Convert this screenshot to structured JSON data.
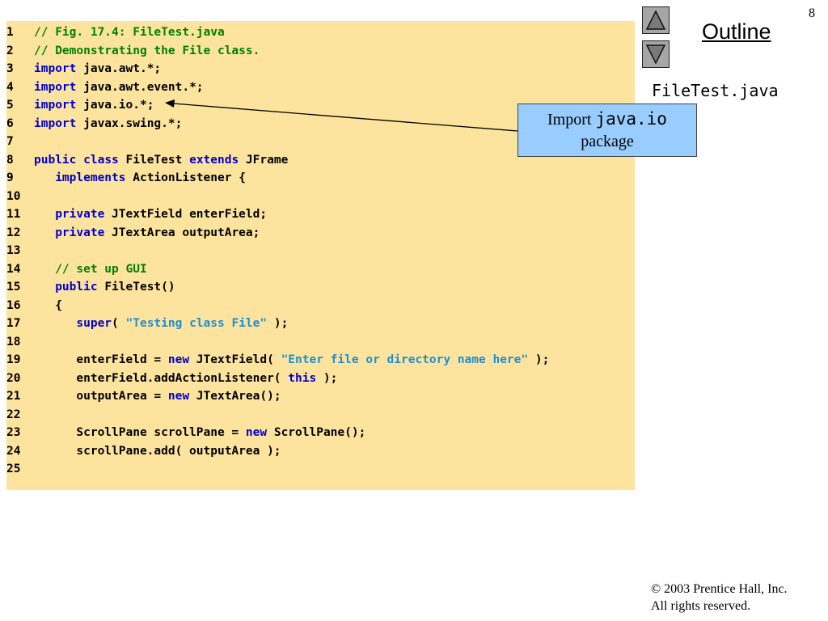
{
  "slide": {
    "page_number": "8",
    "outline_label": "Outline",
    "file_label": "FileTest.java",
    "nav": {
      "up_icon": "triangle-up-icon",
      "down_icon": "triangle-down-icon"
    },
    "callout": {
      "prefix": "Import ",
      "code": "java.io",
      "suffix": "package"
    },
    "copyright": {
      "line1": "© 2003 Prentice Hall, Inc.",
      "line2": "All rights reserved."
    },
    "colors": {
      "code_background": "#fde49e",
      "keyword": "#0000cc",
      "comment": "#008000",
      "string": "#1a8fd6",
      "callout_background": "#99ccff"
    }
  },
  "code": {
    "lines": [
      {
        "num": "1",
        "tokens": [
          {
            "t": "// Fig. 17.4: FileTest.java",
            "c": "cm"
          }
        ]
      },
      {
        "num": "2",
        "tokens": [
          {
            "t": "// Demonstrating the File class.",
            "c": "cm"
          }
        ]
      },
      {
        "num": "3",
        "tokens": [
          {
            "t": "import",
            "c": "kw"
          },
          {
            "t": " java.awt.*;",
            "c": "tx"
          }
        ]
      },
      {
        "num": "4",
        "tokens": [
          {
            "t": "import",
            "c": "kw"
          },
          {
            "t": " java.awt.event.*;",
            "c": "tx"
          }
        ]
      },
      {
        "num": "5",
        "tokens": [
          {
            "t": "import",
            "c": "kw"
          },
          {
            "t": " java.io.*;",
            "c": "tx"
          }
        ]
      },
      {
        "num": "6",
        "tokens": [
          {
            "t": "import",
            "c": "kw"
          },
          {
            "t": " javax.swing.*;",
            "c": "tx"
          }
        ]
      },
      {
        "num": "7",
        "tokens": []
      },
      {
        "num": "8",
        "tokens": [
          {
            "t": "public",
            "c": "kw"
          },
          {
            "t": " ",
            "c": "tx"
          },
          {
            "t": "class",
            "c": "kw"
          },
          {
            "t": " FileTest ",
            "c": "tx"
          },
          {
            "t": "extends",
            "c": "kw"
          },
          {
            "t": " JFrame",
            "c": "tx"
          }
        ]
      },
      {
        "num": "9",
        "tokens": [
          {
            "t": "   ",
            "c": "tx"
          },
          {
            "t": "implements",
            "c": "kw"
          },
          {
            "t": " ActionListener {",
            "c": "tx"
          }
        ]
      },
      {
        "num": "10",
        "tokens": []
      },
      {
        "num": "11",
        "tokens": [
          {
            "t": "   ",
            "c": "tx"
          },
          {
            "t": "private",
            "c": "kw"
          },
          {
            "t": " JTextField enterField;",
            "c": "tx"
          }
        ]
      },
      {
        "num": "12",
        "tokens": [
          {
            "t": "   ",
            "c": "tx"
          },
          {
            "t": "private",
            "c": "kw"
          },
          {
            "t": " JTextArea outputArea;",
            "c": "tx"
          }
        ]
      },
      {
        "num": "13",
        "tokens": []
      },
      {
        "num": "14",
        "tokens": [
          {
            "t": "   // set up GUI",
            "c": "cm"
          }
        ]
      },
      {
        "num": "15",
        "tokens": [
          {
            "t": "   ",
            "c": "tx"
          },
          {
            "t": "public",
            "c": "kw"
          },
          {
            "t": " FileTest()",
            "c": "tx"
          }
        ]
      },
      {
        "num": "16",
        "tokens": [
          {
            "t": "   {",
            "c": "tx"
          }
        ]
      },
      {
        "num": "17",
        "tokens": [
          {
            "t": "      ",
            "c": "tx"
          },
          {
            "t": "super",
            "c": "kw"
          },
          {
            "t": "( ",
            "c": "tx"
          },
          {
            "t": "\"Testing class File\"",
            "c": "st"
          },
          {
            "t": " );",
            "c": "tx"
          }
        ]
      },
      {
        "num": "18",
        "tokens": []
      },
      {
        "num": "19",
        "tokens": [
          {
            "t": "      enterField = ",
            "c": "tx"
          },
          {
            "t": "new",
            "c": "kw"
          },
          {
            "t": " JTextField( ",
            "c": "tx"
          },
          {
            "t": "\"Enter file or directory name here\"",
            "c": "st"
          },
          {
            "t": " );",
            "c": "tx"
          }
        ]
      },
      {
        "num": "20",
        "tokens": [
          {
            "t": "      enterField.addActionListener( ",
            "c": "tx"
          },
          {
            "t": "this",
            "c": "kw"
          },
          {
            "t": " );",
            "c": "tx"
          }
        ]
      },
      {
        "num": "21",
        "tokens": [
          {
            "t": "      outputArea = ",
            "c": "tx"
          },
          {
            "t": "new",
            "c": "kw"
          },
          {
            "t": " JTextArea();",
            "c": "tx"
          }
        ]
      },
      {
        "num": "22",
        "tokens": []
      },
      {
        "num": "23",
        "tokens": [
          {
            "t": "      ScrollPane scrollPane = ",
            "c": "tx"
          },
          {
            "t": "new",
            "c": "kw"
          },
          {
            "t": " ScrollPane();",
            "c": "tx"
          }
        ]
      },
      {
        "num": "24",
        "tokens": [
          {
            "t": "      scrollPane.add( outputArea );",
            "c": "tx"
          }
        ]
      },
      {
        "num": "25",
        "tokens": []
      }
    ]
  }
}
